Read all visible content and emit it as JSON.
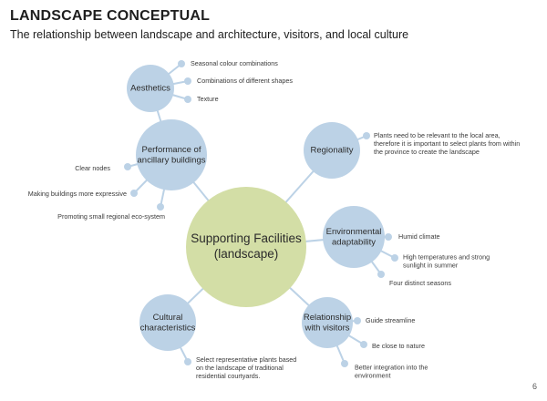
{
  "header": {
    "title": "LANDSCAPE CONCEPTUAL",
    "subtitle": "The relationship between landscape and architecture, visitors, and local culture"
  },
  "footer": {
    "page_number": "6"
  },
  "colors": {
    "center_fill": "#d3dea6",
    "node_fill": "#bcd2e6",
    "dot_fill": "#bcd2e6",
    "connector": "#bcd2e6",
    "text": "#2b2b2b"
  },
  "diagram": {
    "center": {
      "lines": [
        "Supporting Facilities",
        "(landscape)"
      ]
    },
    "nodes": {
      "aesthetics": {
        "lines": [
          "Aesthetics"
        ],
        "leaves": [
          [
            "Seasonal colour combinations"
          ],
          [
            "Combinations of different shapes"
          ],
          [
            "Texture"
          ]
        ]
      },
      "performance": {
        "lines": [
          "Performance of",
          "ancillary buildings"
        ],
        "leaves": [
          [
            "Clear nodes"
          ],
          [
            "Making buildings more expressive"
          ],
          [
            "Promoting small regional eco-system"
          ]
        ]
      },
      "regionality": {
        "lines": [
          "Regionality"
        ],
        "leaves": [
          [
            "Plants need to be relevant to the local area,",
            "therefore it is important to select plants from within",
            "the province to create the landscape"
          ]
        ]
      },
      "environmental": {
        "lines": [
          "Environmental",
          "adaptability"
        ],
        "leaves": [
          [
            "Humid climate"
          ],
          [
            "High temperatures and strong",
            "sunlight in summer"
          ],
          [
            "Four distinct seasons"
          ]
        ]
      },
      "cultural": {
        "lines": [
          "Cultural",
          "characteristics"
        ],
        "leaves": [
          [
            "Select representative plants based",
            "on the landscape of traditional",
            "residential courtyards."
          ]
        ]
      },
      "relationship": {
        "lines": [
          "Relationship",
          "with visitors"
        ],
        "leaves": [
          [
            "Guide streamline"
          ],
          [
            "Be close to nature"
          ],
          [
            "Better integration into the",
            "environment"
          ]
        ]
      }
    }
  }
}
